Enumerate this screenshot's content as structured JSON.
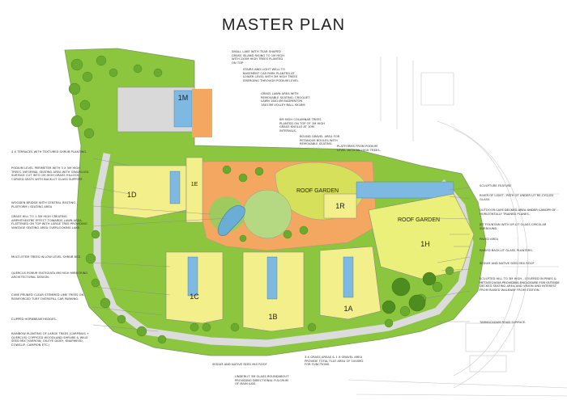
{
  "title": "MASTER PLAN",
  "blocks": {
    "b1a": "1A",
    "b1b": "1B",
    "b1c": "1C",
    "b1d": "1D",
    "b1e": "1E",
    "b1h": "1H",
    "b1m": "1M",
    "b1r": "1R"
  },
  "gardens": {
    "roof_garden_center": "ROOF GARDEN",
    "roof_garden_right": "ROOF GARDEN"
  },
  "annotations": {
    "top1": "SMALL LAKE WITH TEAR SHAPED GRASS ISLAND RISING TO 1m HIGH WITH 2x5m HIGH TREES PLANTED ON TOP",
    "top2": "STAIRS AND LIGHT WELL TO BASEMENT CAR PARK PLANTED AT LOWER LEVEL WITH 3m HIGH TREES EMERGING THROUGH PODIUM LEVEL",
    "top3": "GRASS LAWN AREA WITH REMOVABLE SEATING: CROQUET LAWN 18x24m BADMINTON 18x13m VOLLEY BALL 9x18m",
    "top4": "6m HIGH COLUMNAR TREES PLANTED ON TOP OF 1m HIGH GRASS KNOLLS AT 10m INTERVALS.",
    "top5": "BOUND GRAVEL AREA FOR PETANQUE BOULES WITH REMOVABLE SEATING",
    "top6": "PLATFORMS FROM PODIUM LEVEL WITH 8m HIGH TREES.",
    "left1": "4 x TERRACES WITH TEXTURED SHRUB PLANTING.",
    "left2": "PODIUM LEVEL PERIMETER WITH 3 x 5m HIGH TREES. INFORMAL SEATING AREA WITH GRAVELLED SURFACE CUT INTO 1m HIGH GRASS HILLOCK. CURVED SEATS WITH BACK-LIT GLASS SUPPORT.",
    "left3": "WOODEN BRIDGE WITH CENTRAL RESTING PLATFORM / SEATING AREA",
    "left4": "GRASS HILL TO 1.5m HIGH CREATING AMPHITHEATRE EFFECT TOWARDS LAWN AREA. FLATTENED ON TOP WITH LARGE TREE PROVIDING VANTAGE SEATING AREA OVERLOOKING LAKE.",
    "left5": "MULTI-STEM TREES IN LOW LEVEL SHRUB BED",
    "left6": "QUERCUS ROBUR FASTIGIATA 8m HIGH MIRRORING ARCHITECTURAL DESIGN.",
    "left7": "CUBE PRUNED CLEAR STEMMED LIME TREES ON REINFORCED TURF OVERSPILL CAR PARKING.",
    "left8": "CLIPPED HORNBEAM HEDGES.",
    "left9": "RAINBOW PLANTING OF LARGE TREES (CARPINUS + QUERCUS) COPPICED WOODLAND SHRUBS & WILD SEED MIX (YARROW, OX-EYE DAISY, KNAPWEED, COWSLIP, CAMPION ETC.)",
    "right1": "SCULPTURE FEATURE",
    "right2": "RIVER OF LIGHT - PATH OF UNDER LIT RE-CYCLED GLASS.",
    "right3": "OUTDOOR CAFE DECKED AREA UNDER CANOPY OF HORIZONTALLY TRAINED PLANES.",
    "right4": "JET FOUNTAIN WITH UP-LIT GLASS CIRCULAR SURROUND.",
    "right5": "PAVED AREA",
    "right6": "RAISED BACK-LIT GLASS PLANTERS.",
    "right7": "SEDUM AND NATIVE SEED MIX ROOF",
    "right8": "SCULPTED HILL TO 3m HIGH - COVERED IN PINES & METASEQUOIA PROVIDING ENCLOSURE FOR OUTSIDE DECKED SEATING AREA AND VISION AND INTEREST FROM RAISED WALKWAY FROM STATION.",
    "right9": "TARMACADAM ROAD SURFACE.",
    "bottom1": "SEDUM AND NATIVE SEED MIX ROOF",
    "bottom2": "3 x GRASS AREAS & 1 x GRAVEL AREA PROVIDE TOTAL FLAT AREA OF 1000m2 FOR FUNCTIONS.",
    "bottom3": "UNDERLIT 3m GLASS ROUNDABOUT PROVIDING DIRECTIONAL FULCRUM OF MAIN AXIS."
  },
  "colors": {
    "grass": "#8cc63f",
    "tree": "#6aaa2e",
    "tree_dark": "#4e8c1f",
    "roof": "#f3ef8a",
    "water": "#6aaed6",
    "deck": "#f4a761",
    "paving": "#d9d9d9",
    "line": "#9a9a9a"
  }
}
